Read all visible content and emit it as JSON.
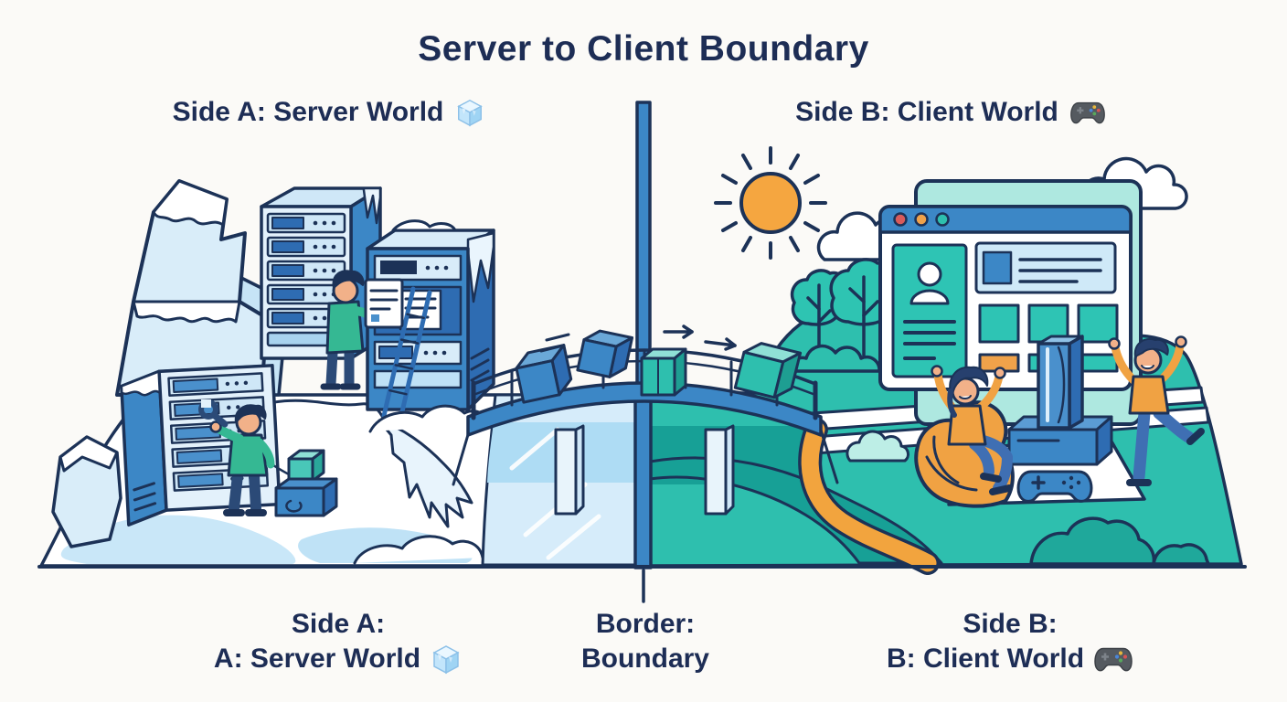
{
  "title": "Server to Client Boundary",
  "headers": {
    "side_a": "Side A: Server World",
    "side_b": "Side B: Client World"
  },
  "captions": {
    "side_a": {
      "line1": "Side A:",
      "line2": "A: Server World"
    },
    "border": {
      "line1": "Border:",
      "line2": "Boundary"
    },
    "side_b": {
      "line1": "Side B:",
      "line2": "B: Client World"
    }
  },
  "icons": {
    "ice_cube": {
      "name": "ice-cube-icon",
      "glyph": "🧊"
    },
    "game_controller": {
      "name": "game-controller-icon",
      "glyph": "🎮"
    }
  },
  "colors": {
    "text_navy": "#1d2d55",
    "outline_navy": "#1c3257",
    "blue": "#3c87c6",
    "ice_light": "#d9edf9",
    "teal": "#2ebfae",
    "orange": "#f2a43e",
    "background": "#fbfaf7"
  },
  "scene": {
    "side_a": [
      "icebergs",
      "server-racks",
      "engineer-with-clipboard",
      "engineer-with-wrench",
      "crate-with-data-cube",
      "frozen-river"
    ],
    "border": [
      "boundary-line",
      "arch-bridge",
      "data-cubes-crossing",
      "motion-arrows"
    ],
    "side_b": [
      "sun",
      "clouds",
      "trees",
      "browser-window",
      "game-console",
      "gamepad",
      "celebrating-players",
      "bean-bag",
      "orange-path",
      "road"
    ]
  }
}
